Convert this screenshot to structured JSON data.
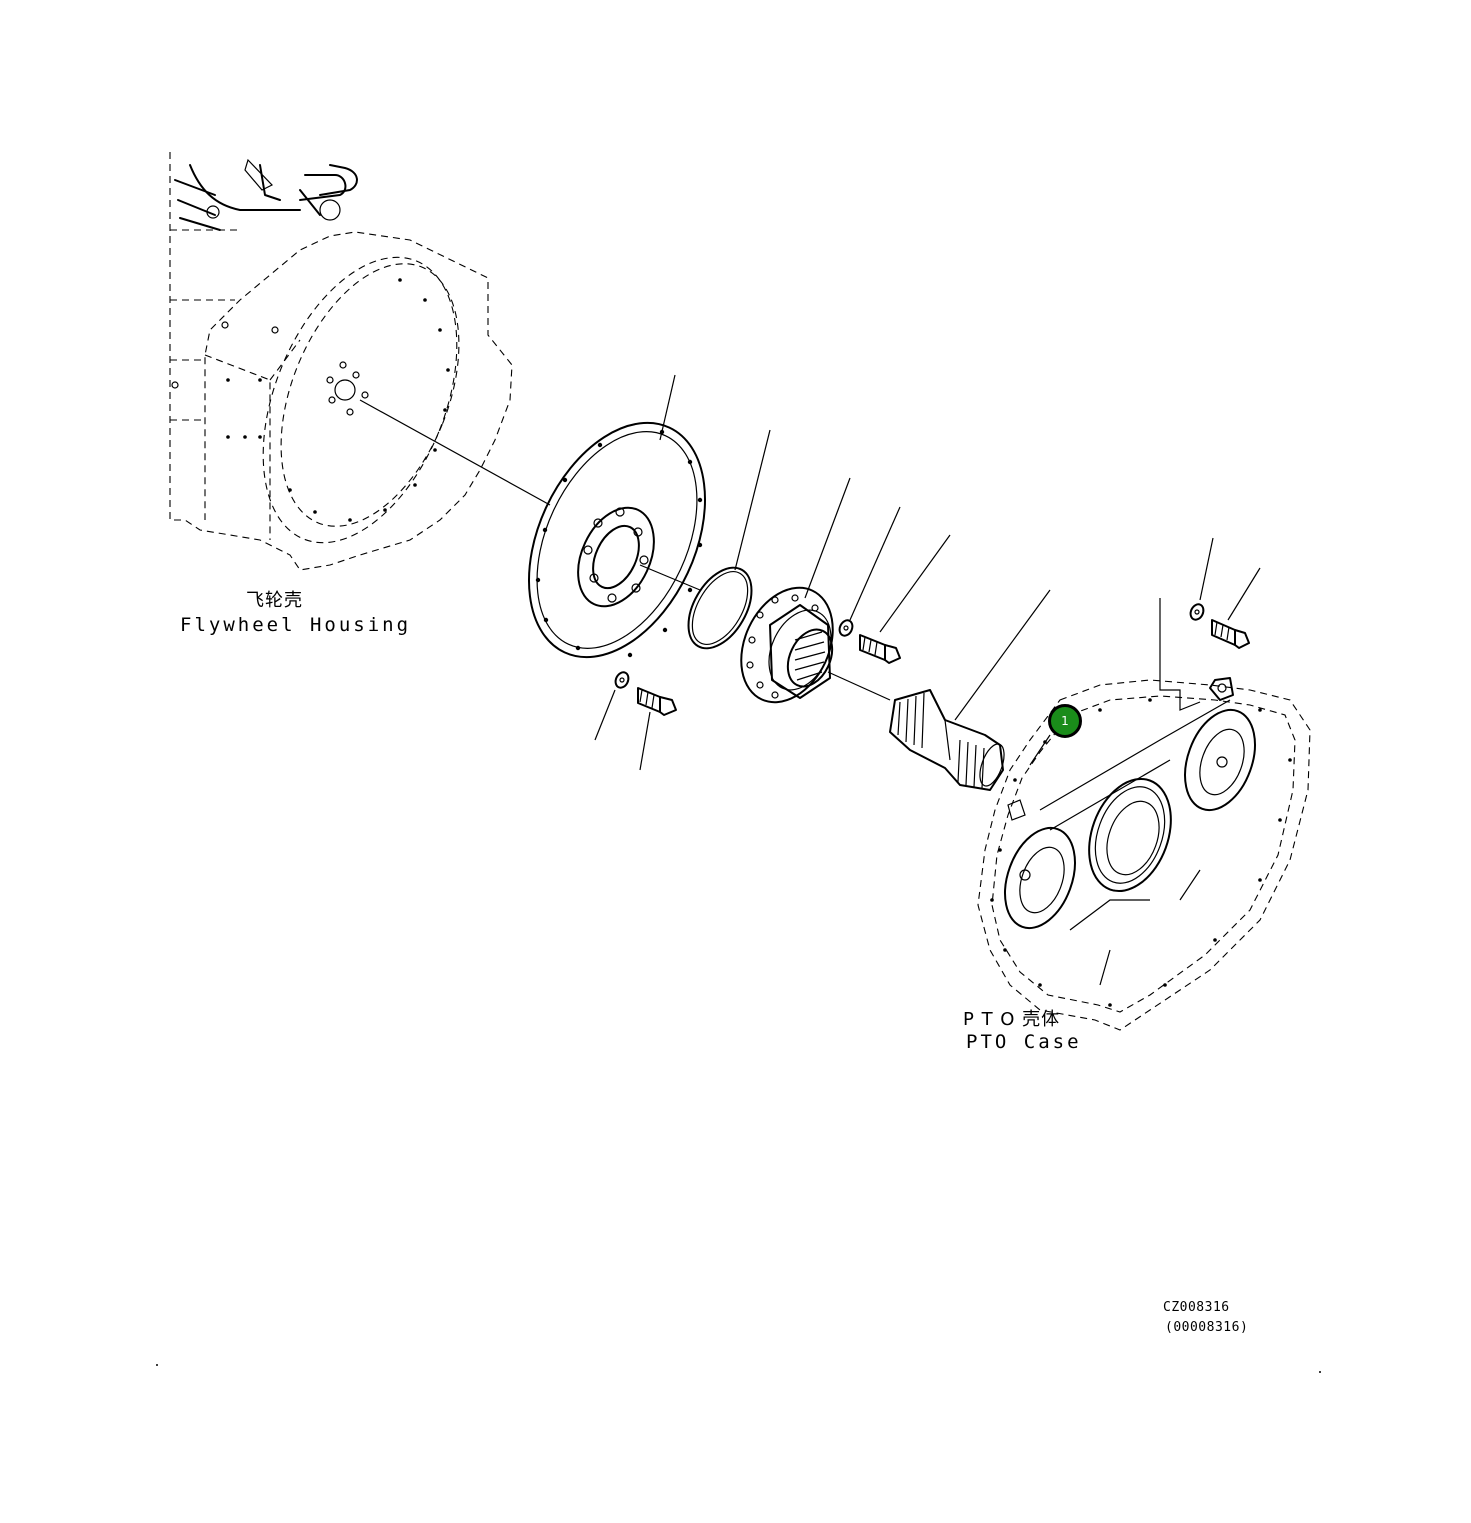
{
  "labels": {
    "flywheel_housing_cn": "飞轮壳",
    "flywheel_housing_en": "Flywheel Housing",
    "pto_case_cn": "P T O 壳体",
    "pto_case_en": "PTO Case"
  },
  "callout": {
    "number": "1",
    "color": "#1a8c1a"
  },
  "reference": {
    "code": "CZ008316",
    "sub_code": "(00008316)"
  }
}
